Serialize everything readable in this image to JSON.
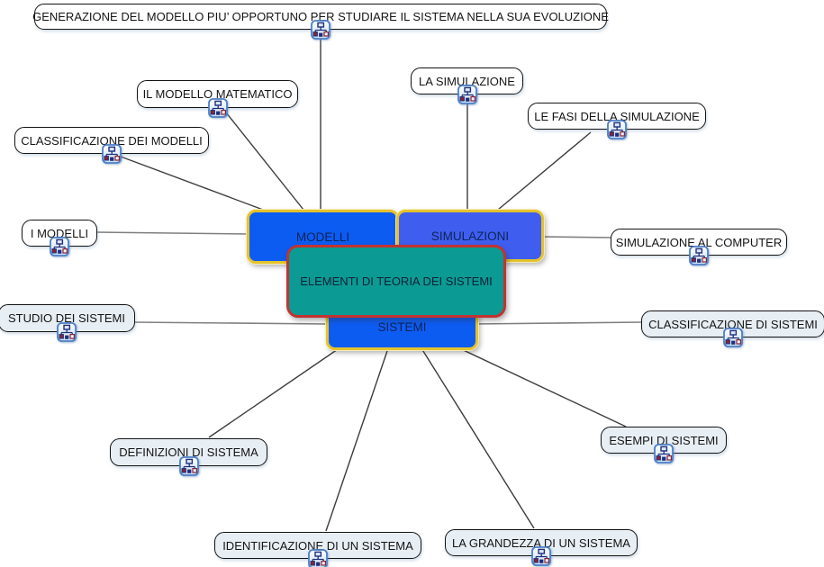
{
  "center_node": {
    "label": "ELEMENTI DI TEORIA DEI SISTEMI"
  },
  "main_topics": [
    {
      "id": "modelli",
      "label": "MODELLI"
    },
    {
      "id": "simulazioni",
      "label": "SIMULAZIONI"
    },
    {
      "id": "sistemi",
      "label": "SISTEMI"
    }
  ],
  "leaf_nodes": [
    {
      "id": "generazione-del-modello",
      "label": "GENERAZIONE DEL MODELLO PIU’ OPPORTUNO PER STUDIARE IL SISTEMA NELLA SUA EVOLUZIONE",
      "parent": "modelli",
      "icon": "sitemap-icon"
    },
    {
      "id": "il-modello-matematico",
      "label": "IL MODELLO MATEMATICO",
      "parent": "modelli",
      "icon": "sitemap-icon"
    },
    {
      "id": "classificazione-dei-modelli",
      "label": "CLASSIFICAZIONE DEI MODELLI",
      "parent": "modelli",
      "icon": "sitemap-icon"
    },
    {
      "id": "i-modelli",
      "label": "I MODELLI",
      "parent": "modelli",
      "icon": "sitemap-icon"
    },
    {
      "id": "la-simulazione",
      "label": "LA SIMULAZIONE",
      "parent": "simulazioni",
      "icon": "sitemap-icon"
    },
    {
      "id": "le-fasi-della-simulazione",
      "label": "LE FASI DELLA SIMULAZIONE",
      "parent": "simulazioni",
      "icon": "sitemap-icon"
    },
    {
      "id": "simulazione-al-computer",
      "label": "SIMULAZIONE AL COMPUTER",
      "parent": "simulazioni",
      "icon": "sitemap-icon"
    },
    {
      "id": "studio-dei-sistemi",
      "label": "STUDIO DEI SISTEMI",
      "parent": "sistemi",
      "icon": "sitemap-icon"
    },
    {
      "id": "classificazione-di-sistemi",
      "label": "CLASSIFICAZIONE DI SISTEMI",
      "parent": "sistemi",
      "icon": "sitemap-icon"
    },
    {
      "id": "definizioni-di-sistema",
      "label": "DEFINIZIONI DI SISTEMA",
      "parent": "sistemi",
      "icon": "sitemap-icon"
    },
    {
      "id": "esempi-di-sistemi",
      "label": "ESEMPI DI SISTEMI",
      "parent": "sistemi",
      "icon": "sitemap-icon"
    },
    {
      "id": "identificazione-di-un-sistema",
      "label": "IDENTIFICAZIONE DI UN SISTEMA",
      "parent": "sistemi",
      "icon": "sitemap-icon"
    },
    {
      "id": "la-grandezza-di-un-sistema",
      "label": "LA GRANDEZZA DI UN SISTEMA",
      "parent": "sistemi",
      "icon": "sitemap-icon"
    }
  ],
  "colors": {
    "topic_blue": "#0d5cf2",
    "topic_violet_blue": "#3f5ef0",
    "topic_border_gold": "#e4c22e",
    "center_teal": "#0b9a94",
    "center_border_red": "#c23332",
    "leaf_tint": "#e7eef4",
    "leaf_white": "#ffffff",
    "leaf_border": "#141414",
    "connector_dark": "#3c3c3c",
    "connector_gray": "#7f7f7f"
  }
}
